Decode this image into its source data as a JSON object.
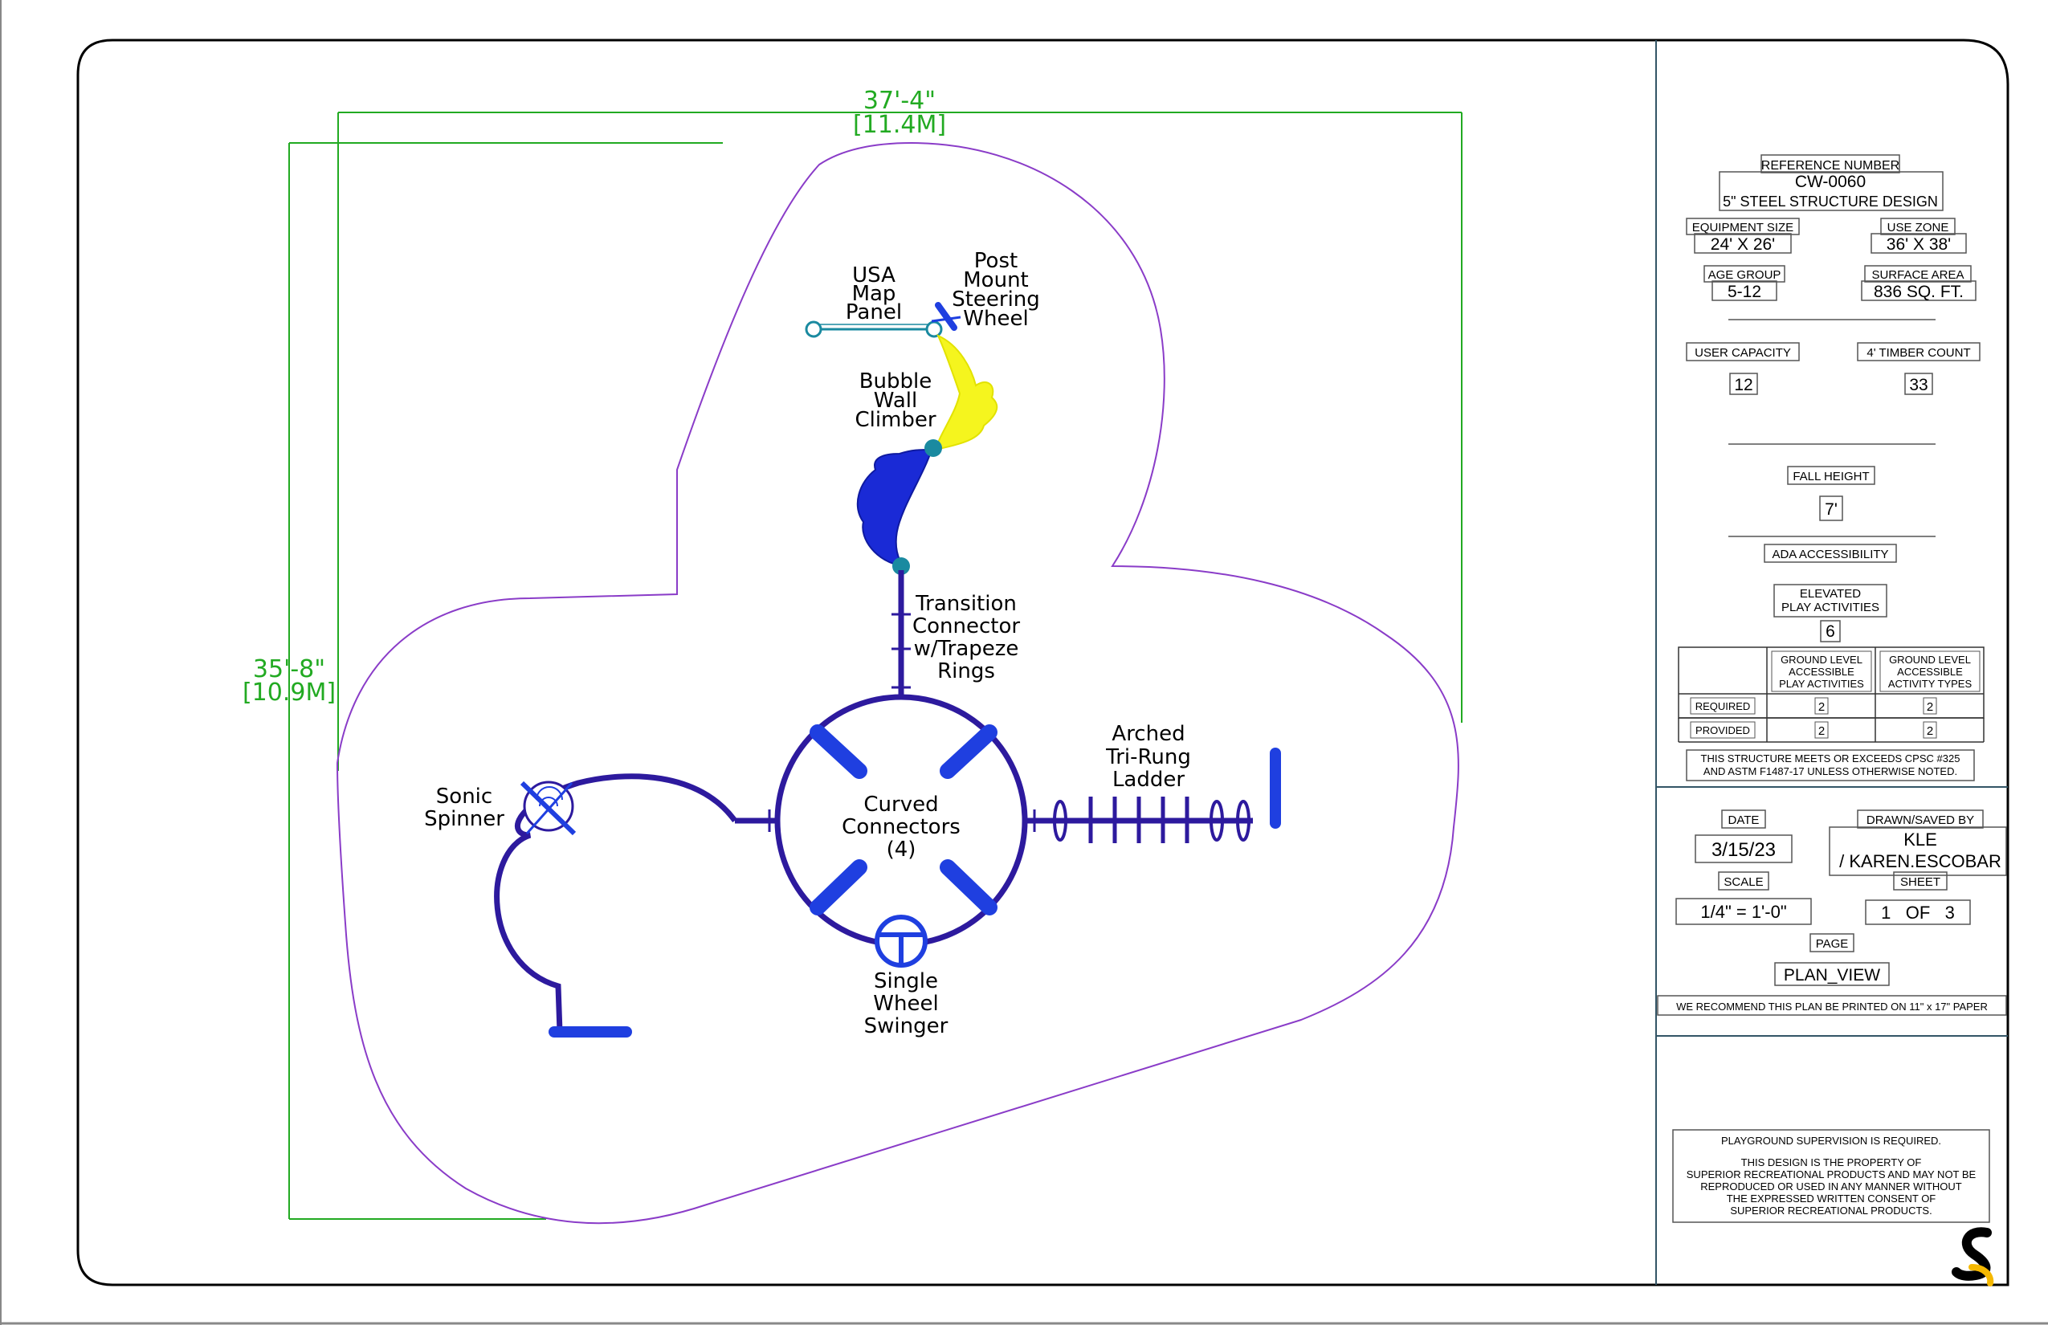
{
  "dimensions": {
    "width_ft": "37'-4\"",
    "width_m": "[11.4M]",
    "depth_ft": "35'-8\"",
    "depth_m": "[10.9M]"
  },
  "components": {
    "usa_map_panel": [
      "USA",
      "Map",
      "Panel"
    ],
    "steering_wheel": [
      "Post",
      "Mount",
      "Steering",
      "Wheel"
    ],
    "bubble_wall": [
      "Bubble",
      "Wall",
      "Climber"
    ],
    "transition": [
      "Transition",
      "Connector",
      "w/Trapeze",
      "Rings"
    ],
    "arched_ladder": [
      "Arched",
      "Tri-Rung",
      "Ladder"
    ],
    "sonic_spinner": [
      "Sonic",
      "Spinner"
    ],
    "curved_connectors": [
      "Curved",
      "Connectors",
      "(4)"
    ],
    "single_wheel": [
      "Single",
      "Wheel",
      "Swinger"
    ]
  },
  "title_block": {
    "reference_number_label": "REFERENCE NUMBER",
    "reference_number": "CW-0060",
    "design": "5\" STEEL STRUCTURE DESIGN",
    "equipment_size_label": "EQUIPMENT SIZE",
    "equipment_size": "24' X 26'",
    "use_zone_label": "USE ZONE",
    "use_zone": "36' X 38'",
    "age_group_label": "AGE GROUP",
    "age_group": "5-12",
    "surface_area_label": "SURFACE AREA",
    "surface_area": "836 SQ. FT.",
    "user_capacity_label": "USER CAPACITY",
    "user_capacity": "12",
    "timber_count_label": "4' TIMBER COUNT",
    "timber_count": "33",
    "fall_height_label": "FALL HEIGHT",
    "fall_height": "7'",
    "ada_label": "ADA ACCESSIBILITY",
    "elevated_label": [
      "ELEVATED",
      "PLAY ACTIVITIES"
    ],
    "elevated_value": "6",
    "table_headers": [
      [
        "GROUND LEVEL",
        "ACCESSIBLE",
        "PLAY ACTIVITIES"
      ],
      [
        "GROUND LEVEL",
        "ACCESSIBLE",
        "ACTIVITY TYPES"
      ]
    ],
    "table_rows": [
      {
        "label": "REQUIRED",
        "play": "2",
        "types": "2"
      },
      {
        "label": "PROVIDED",
        "play": "2",
        "types": "2"
      }
    ],
    "cpsc_note": [
      "THIS STRUCTURE MEETS OR EXCEEDS CPSC #325",
      "AND ASTM F1487-17 UNLESS OTHERWISE NOTED."
    ],
    "date_label": "DATE",
    "date": "3/15/23",
    "drawn_label": "DRAWN/SAVED BY",
    "drawn_by": [
      "KLE",
      "/ KAREN.ESCOBAR"
    ],
    "scale_label": "SCALE",
    "scale": "1/4\" = 1'-0\"",
    "sheet_label": "SHEET",
    "sheet": "1   OF   3",
    "page_label": "PAGE",
    "page": "PLAN_VIEW",
    "print_note": "WE RECOMMEND THIS PLAN BE PRINTED ON 11\" x 17\" PAPER",
    "supervision": "PLAYGROUND SUPERVISION IS REQUIRED.",
    "property_note": [
      "THIS DESIGN IS THE PROPERTY OF",
      "SUPERIOR RECREATIONAL PRODUCTS AND MAY NOT BE",
      "REPRODUCED OR USED IN ANY MANNER WITHOUT",
      "THE EXPRESSED WRITTEN CONSENT OF",
      "SUPERIOR RECREATIONAL PRODUCTS."
    ]
  },
  "colors": {
    "frame": "#000000",
    "dimension": "#22aa22",
    "use_zone": "#8a3cc8",
    "structure": "#2d1a9e",
    "component": "#1f3fe0",
    "climber_yellow": "#f5f51e",
    "climber_blue": "#1a2ad6",
    "teal": "#1a8aa0",
    "title_lines": "#555555",
    "logo_yellow": "#f5b800"
  }
}
